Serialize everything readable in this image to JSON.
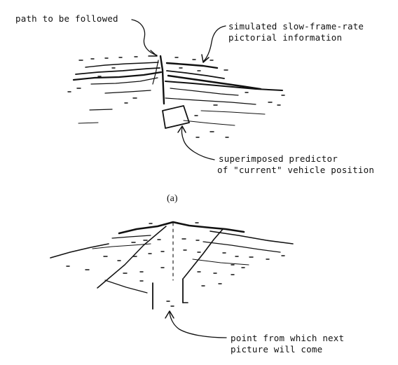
{
  "panel_a": {
    "label_path": "path to be followed",
    "label_pictorial_line1": "simulated slow-frame-rate",
    "label_pictorial_line2": "pictorial information",
    "label_predictor_line1": "superimposed predictor",
    "label_predictor_line2": "of \"current\" vehicle position",
    "caption": "(a)"
  },
  "panel_b": {
    "label_point_line1": "point from which next",
    "label_point_line2": "picture will come"
  },
  "colors": {
    "ink": "#111111",
    "background": "#ffffff"
  }
}
